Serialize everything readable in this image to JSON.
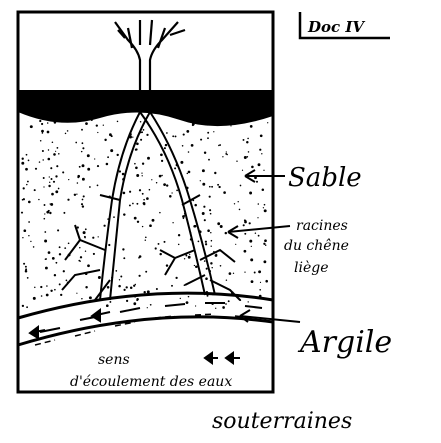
{
  "doc_label": "Doc IV",
  "labels": {
    "sable": "Sable",
    "racines_line1": "racines",
    "racines_line2": "du chêne",
    "racines_line3": "liège",
    "argile": "Argile",
    "sens_line1": "sens",
    "sens_line2": "d'écoulement des eaux",
    "sens_line3": "souterraines"
  },
  "colors": {
    "ink": "#000000",
    "paper": "#ffffff"
  }
}
